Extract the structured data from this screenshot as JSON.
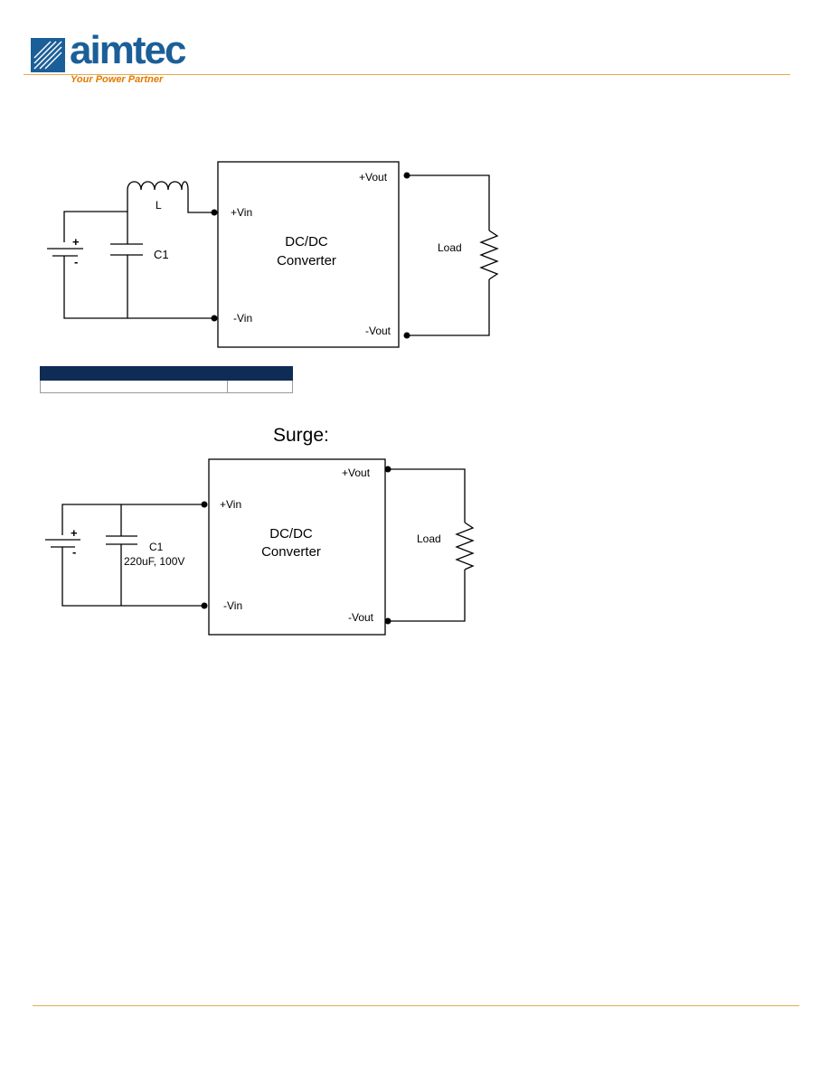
{
  "header": {
    "logo_text": "aimtec",
    "tagline": "Your Power Partner",
    "brand_color": "#1b5f99",
    "accent_color": "#e07b00"
  },
  "diagram_filter": {
    "inductor_label": "L",
    "capacitor_label": "C1",
    "vin_plus": "+Vin",
    "vin_minus": "-Vin",
    "vout_plus": "+Vout",
    "vout_minus": "-Vout",
    "converter_line1": "DC/DC",
    "converter_line2": "Converter",
    "load_label": "Load",
    "battery_plus": "+",
    "battery_minus": "-"
  },
  "spec_table": {
    "header_color": "#0f2c55",
    "header_cells": [
      "",
      ""
    ],
    "rows": [
      [
        "",
        ""
      ]
    ]
  },
  "surge": {
    "title": "Surge:",
    "capacitor_label": "C1",
    "capacitor_value": "220uF, 100V",
    "vin_plus": "+Vin",
    "vin_minus": "-Vin",
    "vout_plus": "+Vout",
    "vout_minus": "-Vout",
    "converter_line1": "DC/DC",
    "converter_line2": "Converter",
    "load_label": "Load",
    "battery_plus": "+",
    "battery_minus": "-"
  }
}
